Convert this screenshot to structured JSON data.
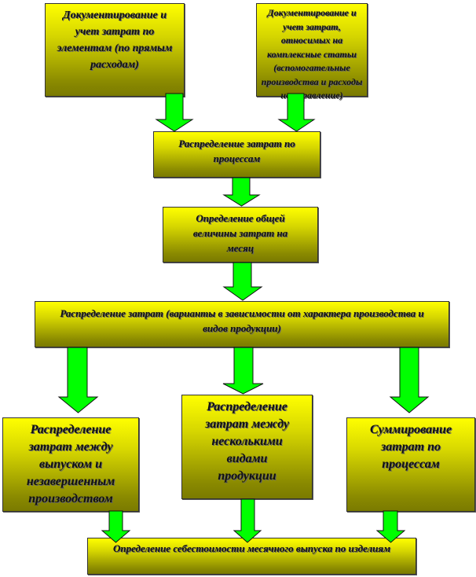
{
  "boxes": {
    "direct_costs": "Документирование и учет затрат по элементам (по прямым расходам)",
    "complex_costs": "Документирование и учет затрат, относимых на комплексные статьи (вспомогательные производства и расходы на управление)",
    "by_process": "Распределение затрат по процессам",
    "monthly_total": "Определение общей величины затрат на месяц",
    "distribution_variants": "Распределение затрат (варианты в зависимости от характера производства и видов продукции)",
    "output_wip": "Распределение затрат между выпуском и незавершенным производством",
    "product_types": "Распределение затрат между несколькими видами продукции",
    "sum_processes": "Суммирование затрат по процессам",
    "unit_cost": "Определение себестоимости месячного выпуска по изделиям"
  },
  "colors": {
    "box_top": "#ffff00",
    "box_bottom": "#7a7a00",
    "arrow": "#00ff00"
  }
}
